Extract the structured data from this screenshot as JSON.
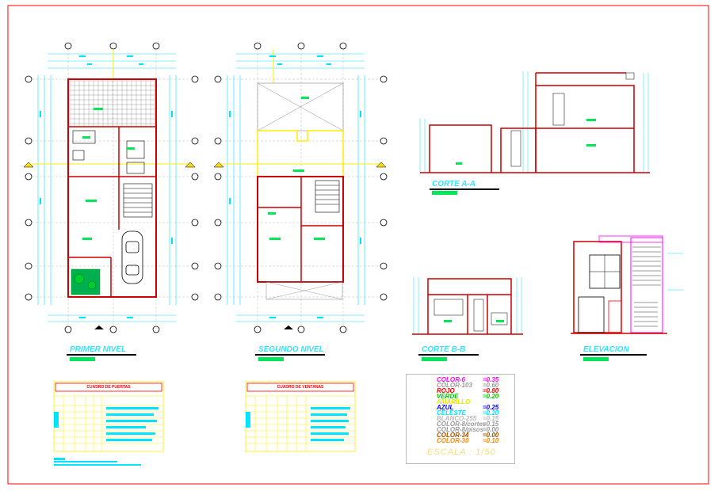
{
  "labels": {
    "primer_nivel": "PRIMER NIVEL",
    "segundo_nivel": "SEGUNDO NIVEL",
    "corte_aa": "CORTE A-A",
    "corte_bb": "CORTE B-B",
    "elevacion": "ELEVACION"
  },
  "tables": {
    "primer_title": "CUADRO DE PUERTAS",
    "segundo_title": "CUADRO DE VENTANAS"
  },
  "legend": {
    "rows": [
      {
        "name": "COLOR-6",
        "value": "=0.35",
        "color": "#ff00ff"
      },
      {
        "name": "COLOR-103",
        "value": "=0.60",
        "color": "#999999"
      },
      {
        "name": "ROJO",
        "value": "=0.80",
        "color": "#ff0000"
      },
      {
        "name": "VERDE",
        "value": "=0.20",
        "color": "#00cc00"
      },
      {
        "name": "AMARILLO",
        "value": "",
        "color": "#e6e600"
      },
      {
        "name": "AZUL",
        "value": "=0.25",
        "color": "#0000ff"
      },
      {
        "name": "CELESTE",
        "value": "=0.20",
        "color": "#00e5ff"
      },
      {
        "name": "BLANCO-255",
        "value": "=0.15",
        "color": "#bbbbbb"
      },
      {
        "name": "COLOR-8/cortes",
        "value": "=0.15",
        "color": "#999999"
      },
      {
        "name": "COLOR-8/pisos",
        "value": "=0.00",
        "color": "#999999"
      },
      {
        "name": "COLOR-34",
        "value": "=0.00",
        "color": "#a05000"
      },
      {
        "name": "COLOR-30",
        "value": "=0.10",
        "color": "#ff8800"
      }
    ],
    "escala": "ESCALA : 1/50"
  },
  "colors": {
    "border": "#ff0000",
    "wall": "#cc0000",
    "dim": "#00e5ff",
    "tag": "#00e85a",
    "yellow": "#ffee00"
  }
}
